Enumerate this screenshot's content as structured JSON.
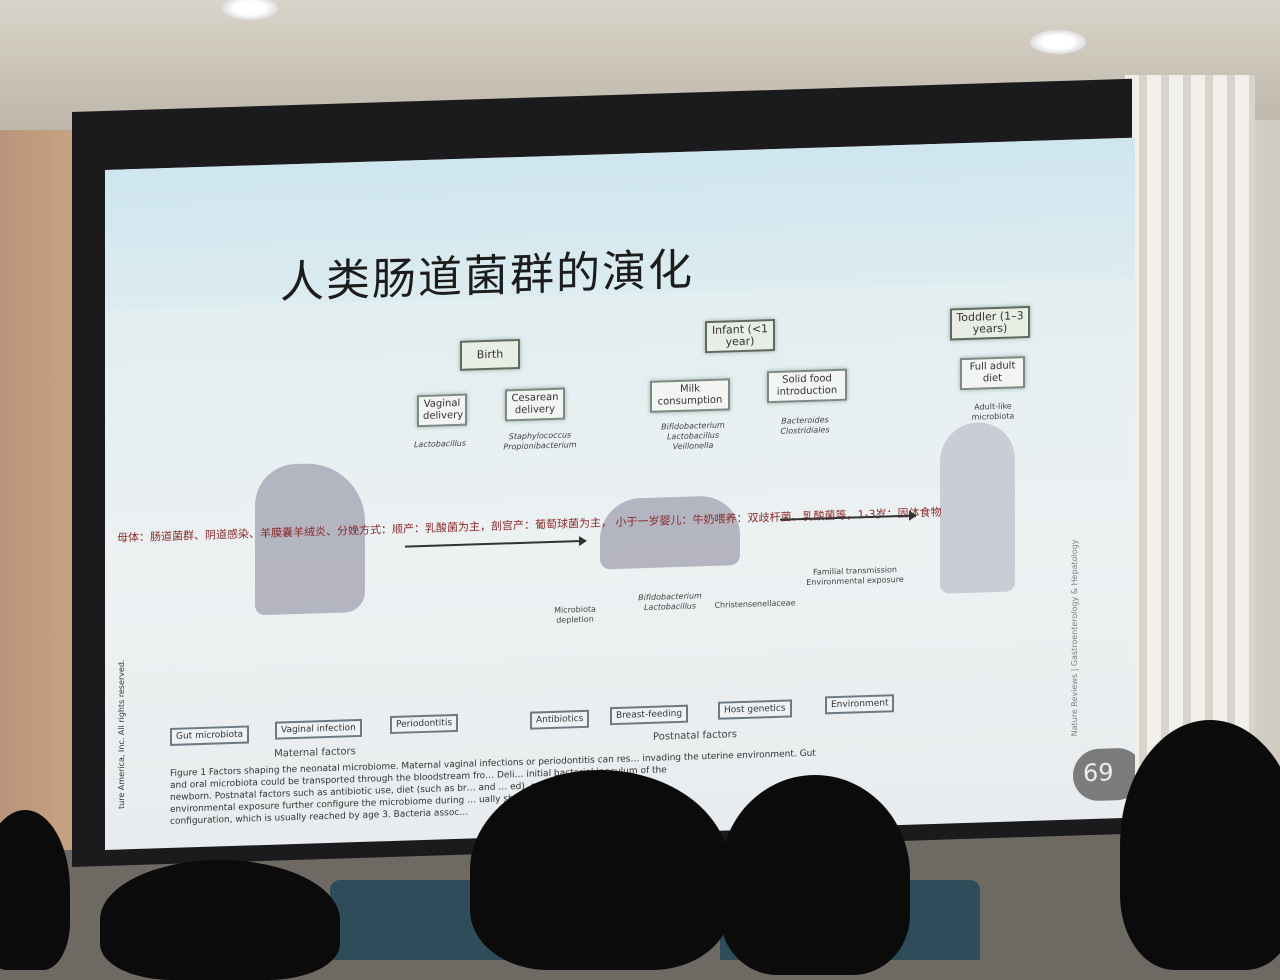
{
  "slide": {
    "title": "人类肠道菌群的演化",
    "stages": [
      {
        "label": "Birth",
        "subs": [
          {
            "label": "Vaginal delivery",
            "bacteria": "Lactobacillus"
          },
          {
            "label": "Cesarean delivery",
            "bacteria": "Staphylococcus Propionibacterium"
          }
        ]
      },
      {
        "label": "Infant (<1 year)",
        "subs": [
          {
            "label": "Milk consumption",
            "bacteria": "Bifidobacterium Lactobacillus Veillonella"
          },
          {
            "label": "Solid food introduction",
            "bacteria": "Bacteroides Clostridiales"
          }
        ]
      },
      {
        "label": "Toddler (1–3 years)",
        "subs": [
          {
            "label": "Full adult diet",
            "bacteria": "Adult-like microbiota"
          }
        ]
      }
    ],
    "annotation": "母体：肠道菌群、阴道感染、羊膜囊羊绒炎、分娩方式：顺产：乳酸菌为主，剖宫产：葡萄球菌为主，  小于一岁婴儿：牛奶喂养：双歧杆菌、乳酸菌等，1-3岁：固体食物",
    "maternal": {
      "label": "Maternal factors",
      "items": [
        "Gut microbiota",
        "Vaginal infection",
        "Periodontitis"
      ]
    },
    "postnatal": {
      "label": "Postnatal factors",
      "items": [
        "Antibiotics",
        "Breast-feeding",
        "Host genetics",
        "Environment"
      ],
      "notes": [
        "Microbiota depletion",
        "Bifidobacterium Lactobacillus",
        "Christensenellaceae",
        "Familial transmission Environmental exposure"
      ]
    },
    "caption": [
      "Figure 1  Factors shaping the neonatal microbiome. Maternal vaginal infections or periodontitis can res… invading the uterine environment. Gut",
      "and oral microbiota could be transported through the bloodstream fro… Deli… initial bacterial inoculum of the",
      "newborn. Postnatal factors such as antibiotic use, diet (such as br… and … ed), genetics of the infant and",
      "environmental exposure further configure the microbiome during … ually shifts toward an adult-like",
      "configuration, which is usually reached by age 3. Bacteria assoc…"
    ],
    "copyright": "ture America, Inc. All rights reserved.",
    "side_credit": "Nature Reviews | Gastroenterology & Hepatology",
    "page_number": "69"
  }
}
